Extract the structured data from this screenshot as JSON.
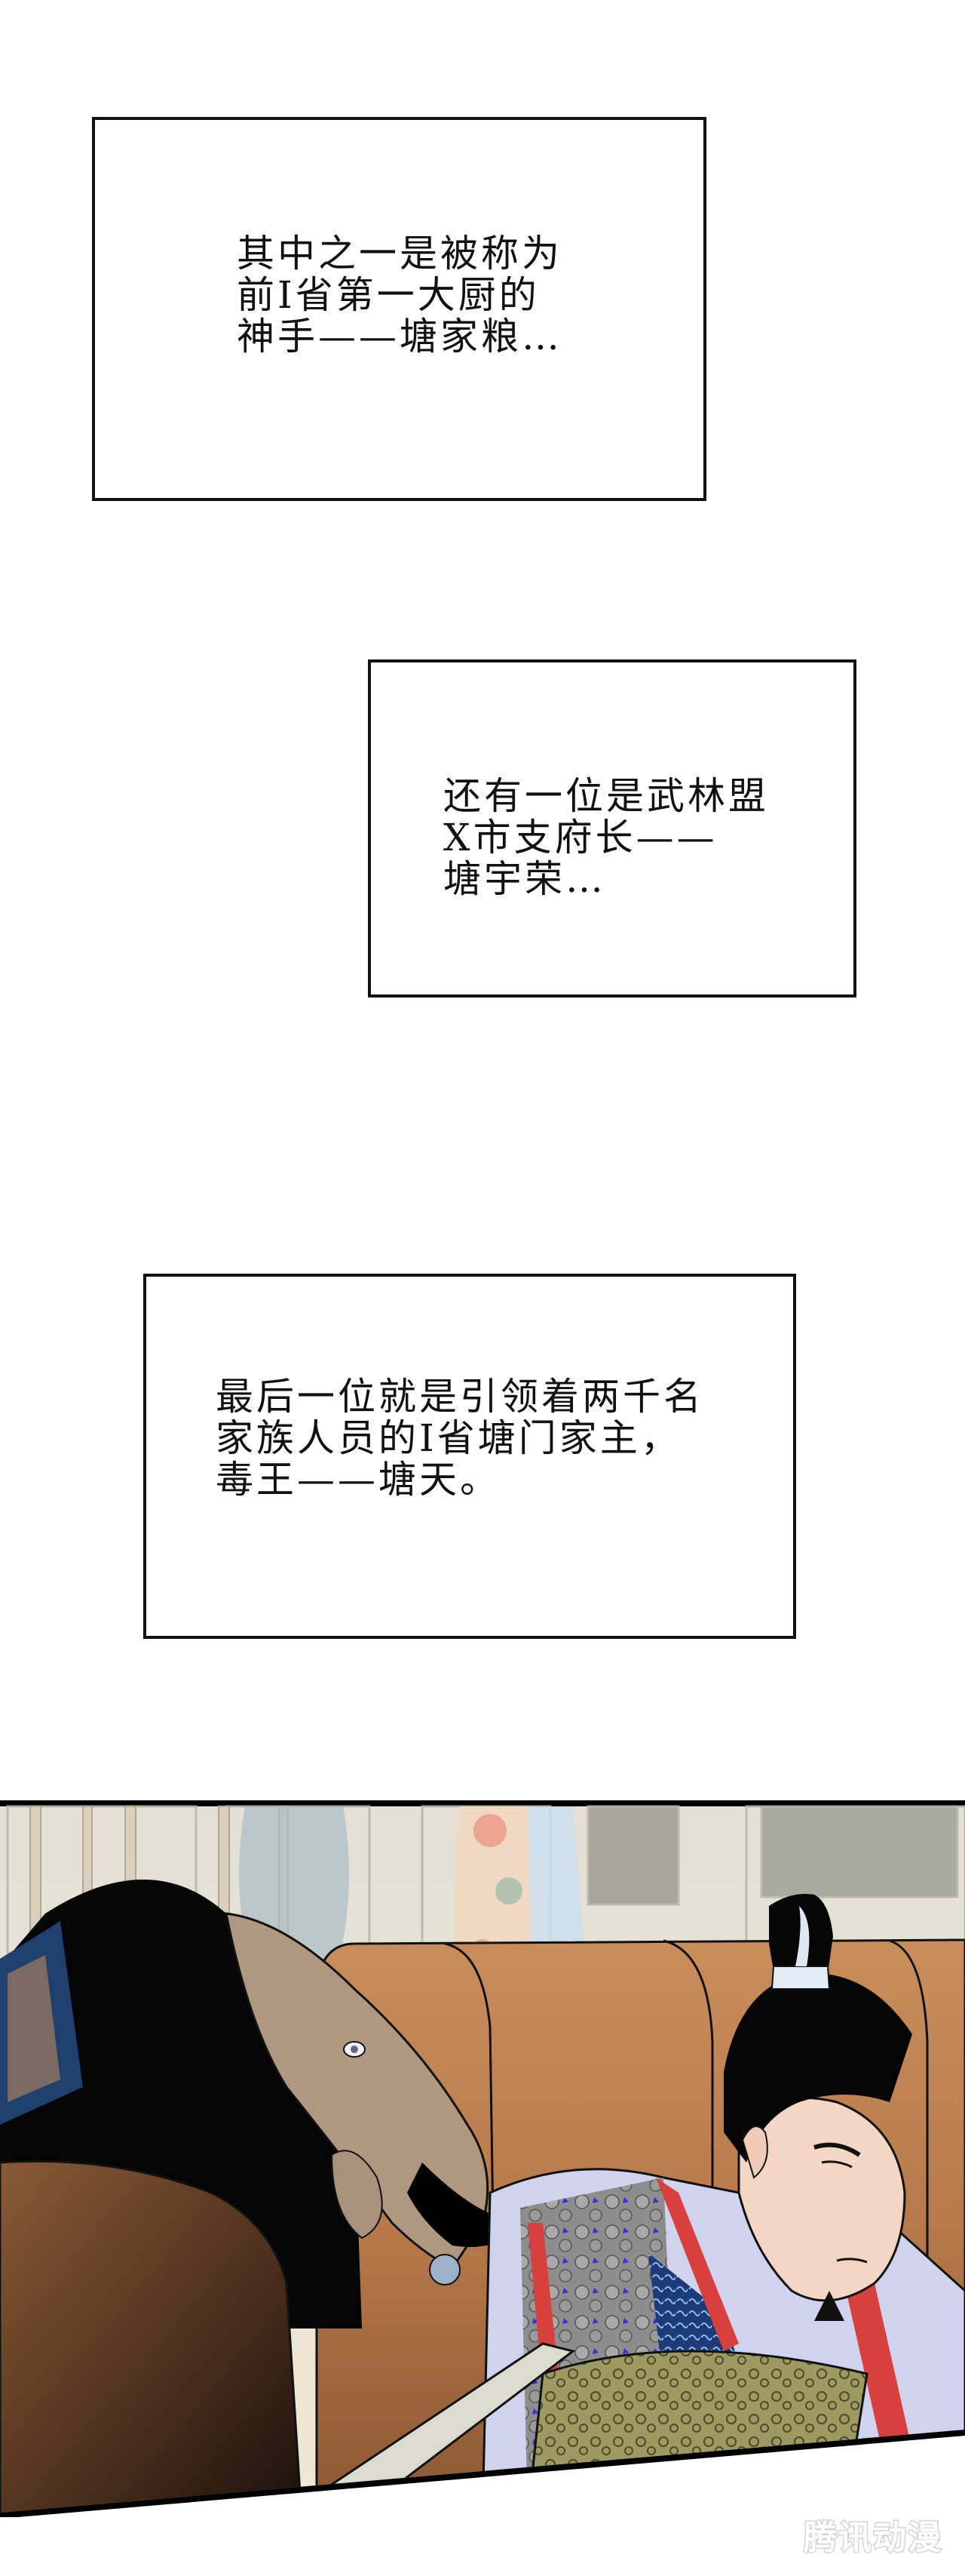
{
  "captions": [
    {
      "lines": [
        "其中之一是被称为",
        "前I省第一大厨的",
        "神手——塘家粮…"
      ]
    },
    {
      "lines": [
        "还有一位是武林盟",
        "X市支府长——",
        "塘宇荣…"
      ]
    },
    {
      "lines": [
        "最后一位就是引领着两千名",
        "家族人员的I省塘门家主，",
        "毒王——塘天。"
      ]
    }
  ],
  "panel": {
    "description": "comic-panel-two-men-on-sofa",
    "colors": {
      "border": "#000000",
      "wall": "#ece6d6",
      "sofa": "#b7794a",
      "sofa_dark": "#5a3a24",
      "robe_light": "#cfd3ee",
      "robe_red": "#d8403e",
      "robe_pattern": "#3b5fa8",
      "skin_young": "#f4d6c4",
      "skin_old": "#b39a84",
      "hair": "#000000",
      "cushion": "#8a8a5a"
    }
  },
  "watermark": {
    "text": "腾讯动漫"
  }
}
